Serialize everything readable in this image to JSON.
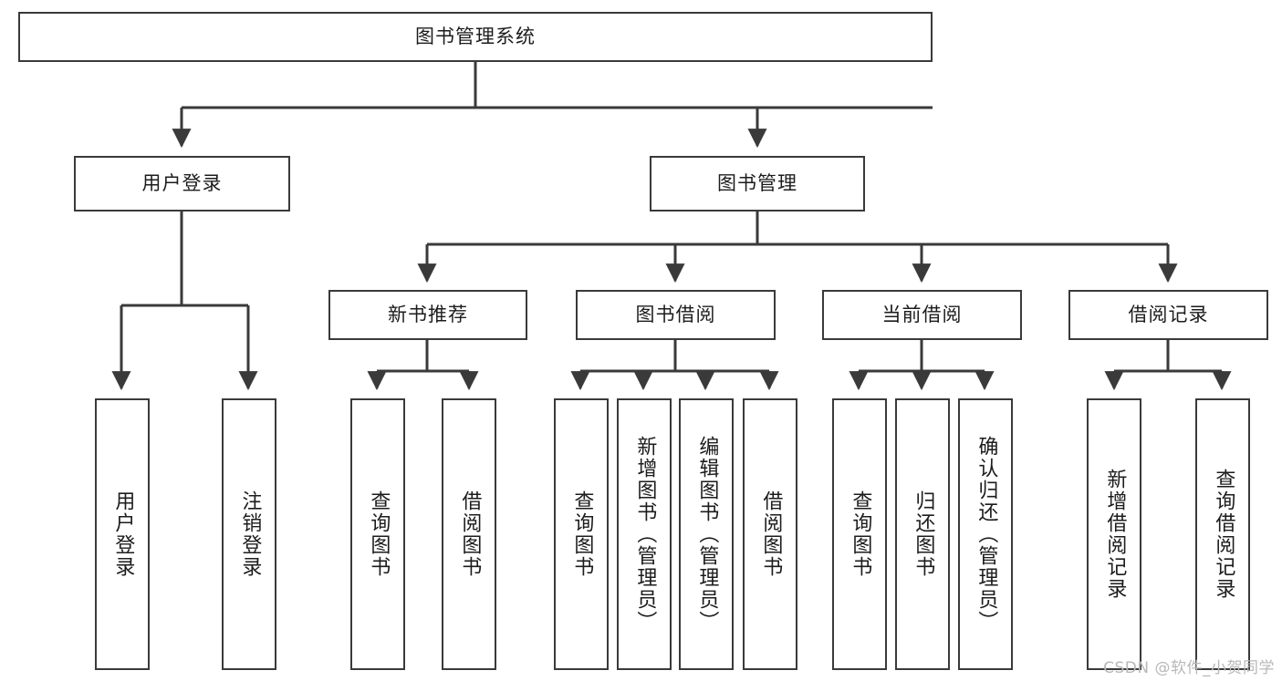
{
  "diagram": {
    "title": "图书管理系统",
    "type": "tree",
    "orientation": "top-down",
    "line_color": "#3a3a3a",
    "box_fill": "#ffffff",
    "text_color": "#1c1c1c",
    "watermark": "CSDN @软件_小贺同学",
    "watermark_color": "#b8b8b8"
  },
  "nodes": {
    "root": {
      "label": "图书管理系统",
      "level": 1,
      "orientation": "horizontal"
    },
    "l2": [
      {
        "id": "user-login",
        "label": "用户登录",
        "level": 2,
        "orientation": "horizontal"
      },
      {
        "id": "book-manage",
        "label": "图书管理",
        "level": 2,
        "orientation": "horizontal"
      }
    ],
    "l3": [
      {
        "id": "new-book-rec",
        "label": "新书推荐",
        "level": 3,
        "orientation": "horizontal",
        "parent": "book-manage"
      },
      {
        "id": "book-borrow",
        "label": "图书借阅",
        "level": 3,
        "orientation": "horizontal",
        "parent": "book-manage"
      },
      {
        "id": "current-borrow",
        "label": "当前借阅",
        "level": 3,
        "orientation": "horizontal",
        "parent": "book-manage"
      },
      {
        "id": "borrow-record",
        "label": "借阅记录",
        "level": 3,
        "orientation": "horizontal",
        "parent": "book-manage"
      }
    ],
    "leaves": [
      {
        "id": "leaf-user-login",
        "label": "用户登录",
        "parent": "user-login",
        "orientation": "vertical"
      },
      {
        "id": "leaf-user-logout",
        "label": "注销登录",
        "parent": "user-login",
        "orientation": "vertical"
      },
      {
        "id": "leaf-query-book-1",
        "label": "查询图书",
        "parent": "new-book-rec",
        "orientation": "vertical"
      },
      {
        "id": "leaf-borrow-book-1",
        "label": "借阅图书",
        "parent": "new-book-rec",
        "orientation": "vertical"
      },
      {
        "id": "leaf-query-book-2",
        "label": "查询图书",
        "parent": "book-borrow",
        "orientation": "vertical"
      },
      {
        "id": "leaf-add-book",
        "label": "新增图书（管理员）",
        "parent": "book-borrow",
        "orientation": "vertical"
      },
      {
        "id": "leaf-edit-book",
        "label": "编辑图书（管理员）",
        "parent": "book-borrow",
        "orientation": "vertical"
      },
      {
        "id": "leaf-borrow-book-2",
        "label": "借阅图书",
        "parent": "book-borrow",
        "orientation": "vertical"
      },
      {
        "id": "leaf-query-book-3",
        "label": "查询图书",
        "parent": "current-borrow",
        "orientation": "vertical"
      },
      {
        "id": "leaf-return-book",
        "label": "归还图书",
        "parent": "current-borrow",
        "orientation": "vertical"
      },
      {
        "id": "leaf-confirm-return",
        "label": "确认归还（管理员）",
        "parent": "current-borrow",
        "orientation": "vertical"
      },
      {
        "id": "leaf-add-record",
        "label": "新增借阅记录",
        "parent": "borrow-record",
        "orientation": "vertical"
      },
      {
        "id": "leaf-query-record",
        "label": "查询借阅记录",
        "parent": "borrow-record",
        "orientation": "vertical"
      }
    ]
  }
}
